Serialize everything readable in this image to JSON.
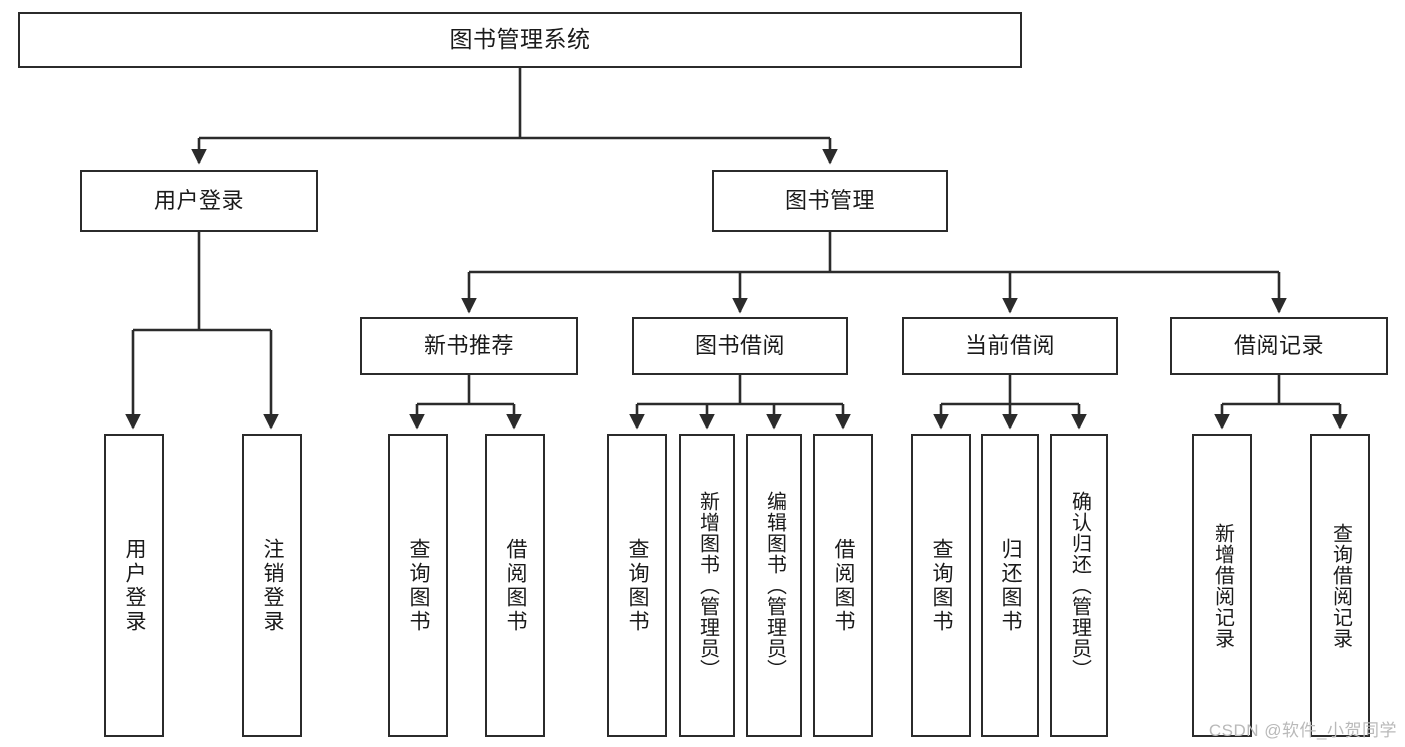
{
  "diagram": {
    "title": "图书管理系统",
    "type": "tree",
    "watermark": "CSDN @软件_小贺同学",
    "line_color": "#2b2b2b",
    "box_fill": "#ffffff",
    "text_color": "#1a1a1a",
    "watermark_color": "#b9b9b9",
    "root": {
      "label": "图书管理系统"
    },
    "level2": [
      {
        "label": "用户登录"
      },
      {
        "label": "图书管理"
      }
    ],
    "level3": [
      {
        "label": "新书推荐"
      },
      {
        "label": "图书借阅"
      },
      {
        "label": "当前借阅"
      },
      {
        "label": "借阅记录"
      }
    ],
    "leaves": {
      "user_login": [
        {
          "label": "用户登录"
        },
        {
          "label": "注销登录"
        }
      ],
      "new_book": [
        {
          "label": "查询图书"
        },
        {
          "label": "借阅图书"
        }
      ],
      "book_borrow": [
        {
          "label": "查询图书"
        },
        {
          "label": "新增图书（管理员）"
        },
        {
          "label": "编辑图书（管理员）"
        },
        {
          "label": "借阅图书"
        }
      ],
      "current_borrow": [
        {
          "label": "查询图书"
        },
        {
          "label": "归还图书"
        },
        {
          "label": "确认归还（管理员）"
        }
      ],
      "borrow_record": [
        {
          "label": "新增借阅记录"
        },
        {
          "label": "查询借阅记录"
        }
      ]
    }
  }
}
